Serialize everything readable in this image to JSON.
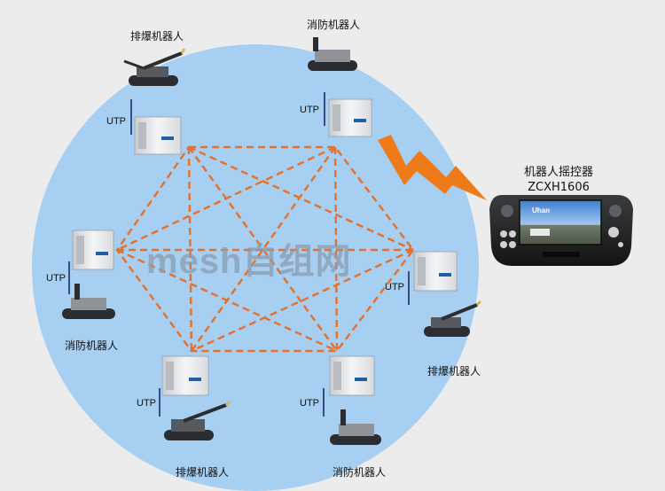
{
  "watermark": "mesh自组网",
  "link_label": "UTP",
  "nodes": [
    {
      "label": "排爆机器人"
    },
    {
      "label": "消防机器人"
    },
    {
      "label": "消防机器人"
    },
    {
      "label": "排爆机器人"
    },
    {
      "label": "排爆机器人"
    },
    {
      "label": "消防机器人"
    }
  ],
  "controller": {
    "title_line1": "机器人摇控器",
    "title_line2": "ZCXH1606",
    "screen_logo": "Uhan"
  },
  "colors": {
    "circle": "#a6cff1",
    "mesh_line": "#e6702a",
    "lightning": "#ef7a1a",
    "background": "#ececec"
  }
}
